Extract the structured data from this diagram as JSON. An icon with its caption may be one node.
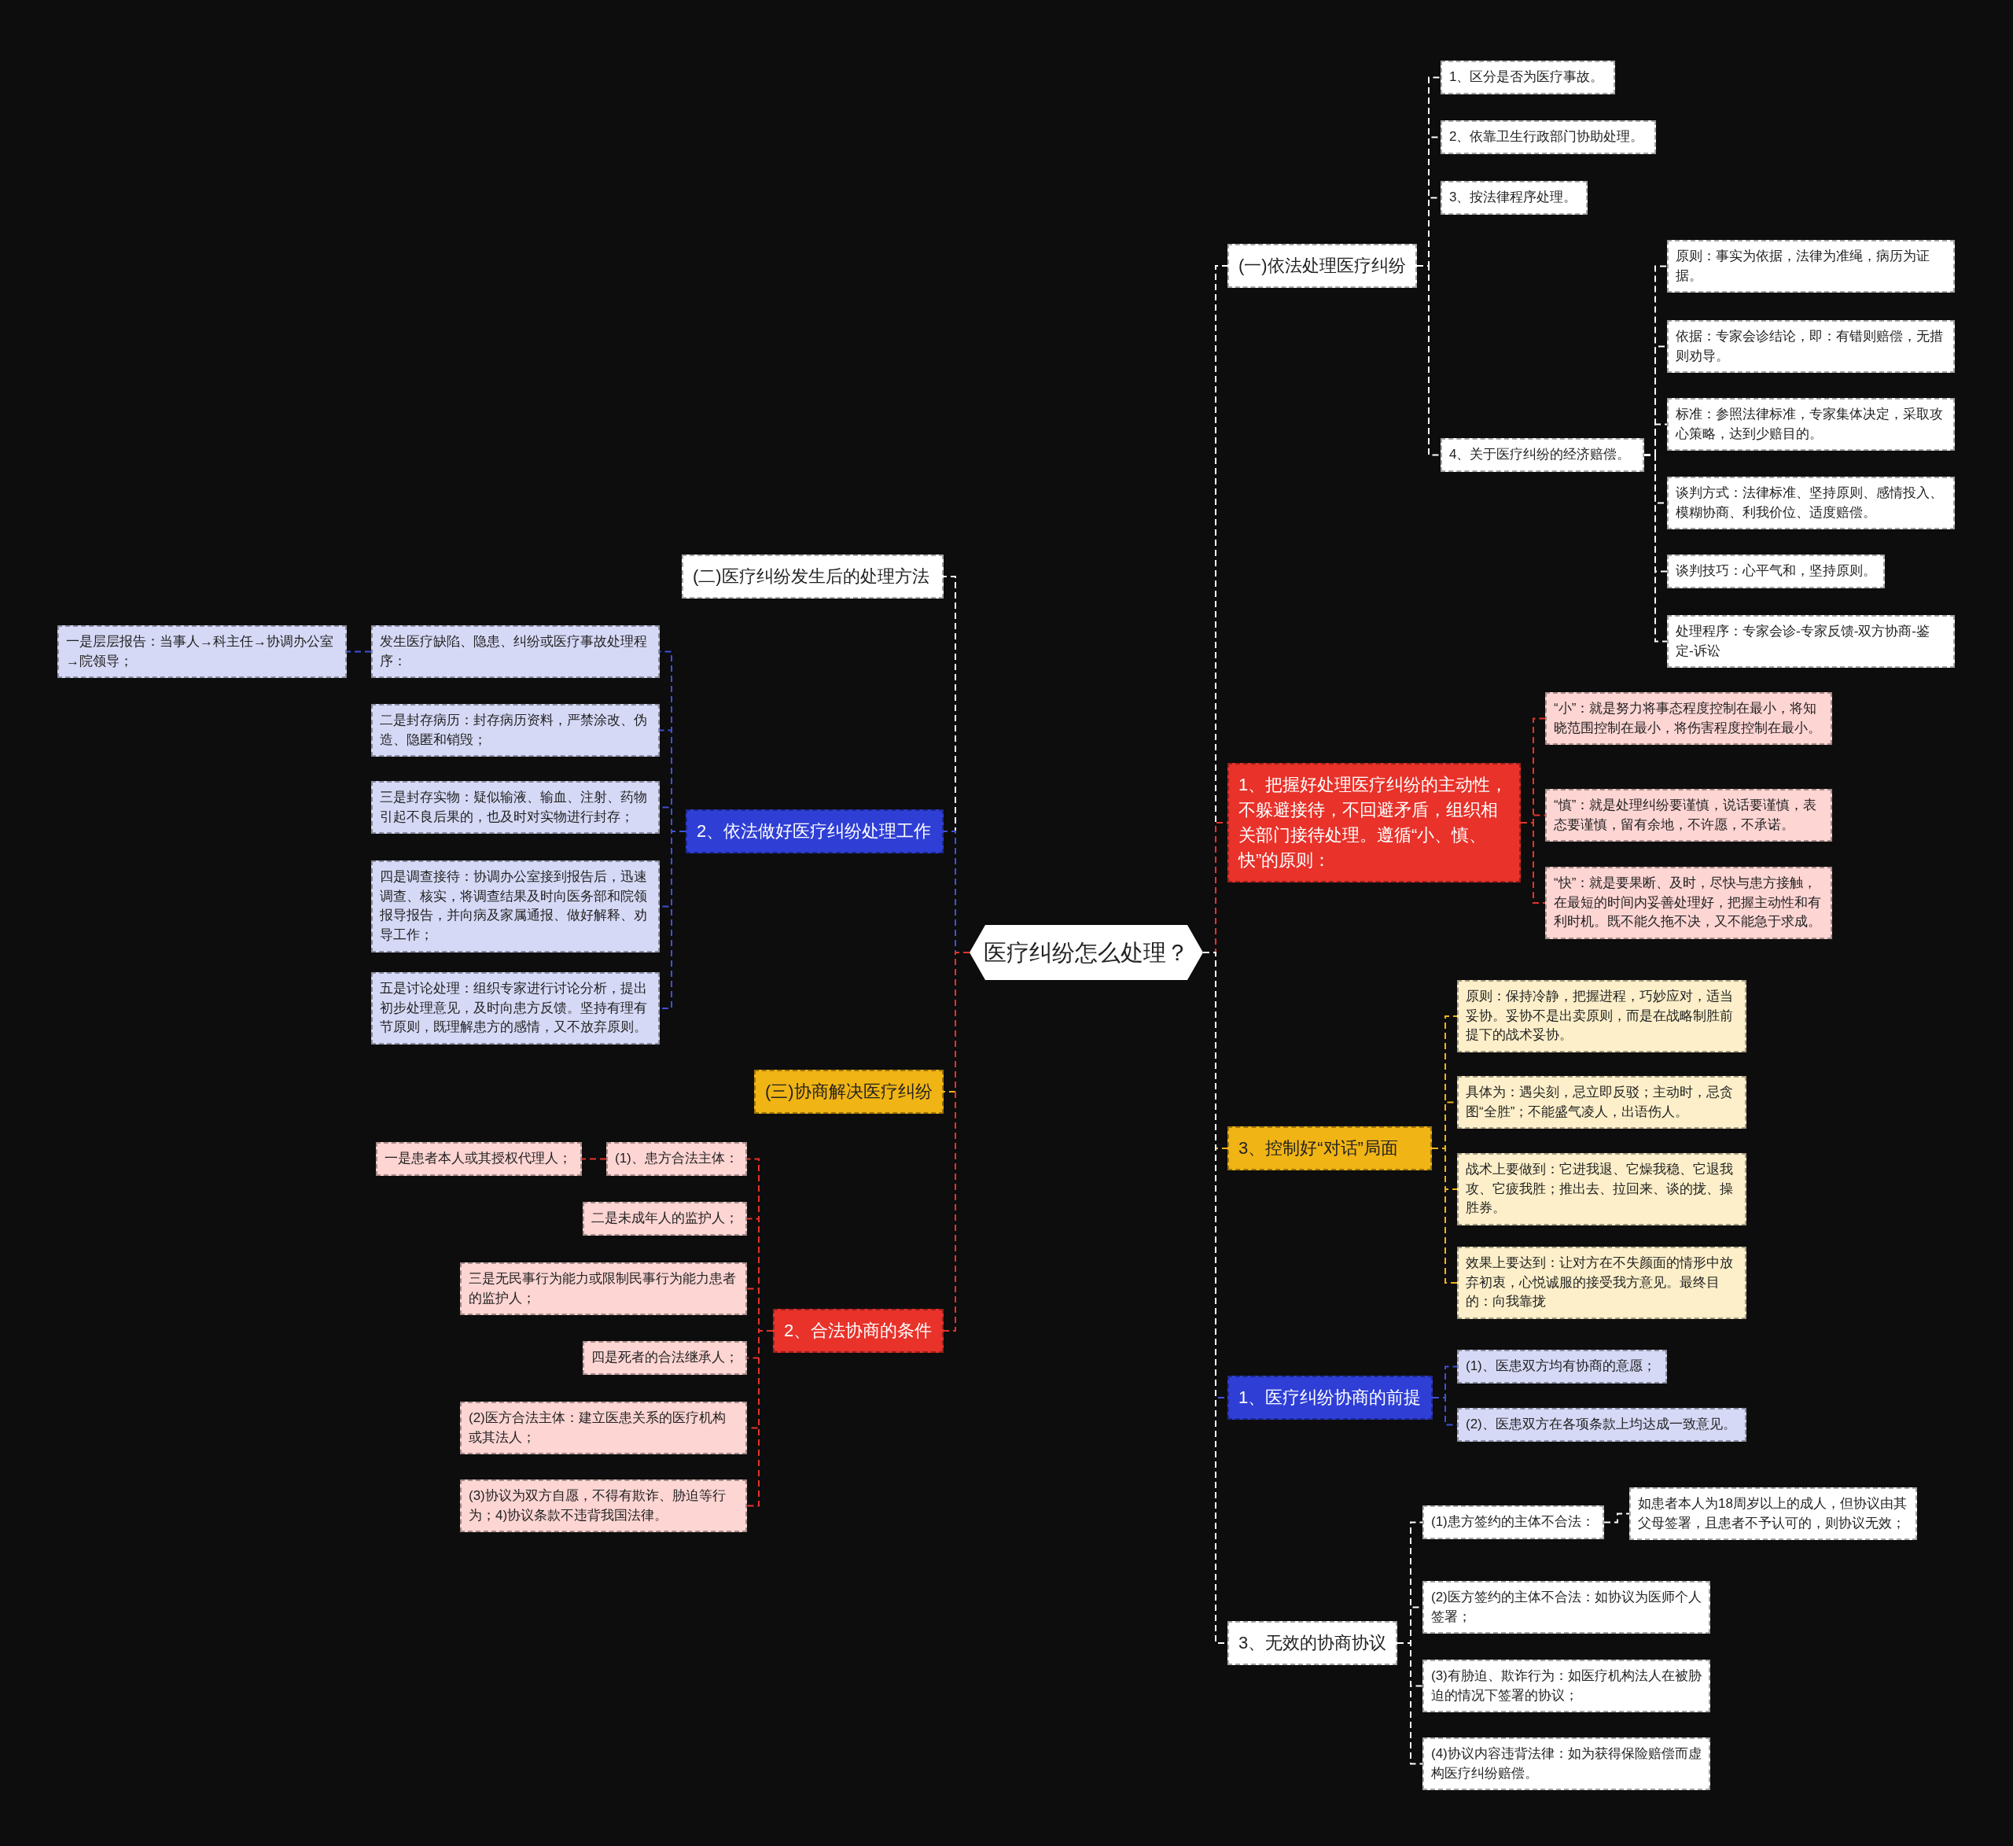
{
  "diagram": {
    "nodes": [
      {
        "text": [
          "医疗纠纷怎么处理？"
        ]
      },
      {
        "text": [
          "(一)依法处理医疗纠纷"
        ]
      },
      {
        "text": [
          "1、区分是否为医疗事故。"
        ]
      },
      {
        "text": [
          "2、依靠卫生行政部门协助处理。"
        ]
      },
      {
        "text": [
          "3、按法律程序处理。"
        ]
      },
      {
        "text": [
          "4、关于医疗纠纷的经济赔偿。"
        ]
      },
      {
        "text": [
          "原则：事实为依据，法律为准绳，病历为证据。"
        ]
      },
      {
        "text": [
          "依据：专家会诊结论，即：有错则赔偿，无措则劝导。"
        ]
      },
      {
        "text": [
          "标准：参照法律标准，专家集体决定，采取攻心策略，达到少赔目的。"
        ]
      },
      {
        "text": [
          "谈判方式：法律标准、坚持原则、感情投入、模糊协商、利我价位、适度赔偿。"
        ]
      },
      {
        "text": [
          "谈判技巧：心平气和，坚持原则。"
        ]
      },
      {
        "text": [
          "处理程序：专家会诊-专家反馈-双方协商-鉴定-诉讼"
        ]
      },
      {
        "text": [
          "1、把握好处理医疗纠纷的主动性，不躲避接待，不回避矛盾，组织相关部门接待处理。遵循“小、慎、快”的原则："
        ]
      },
      {
        "text": [
          "“小”：就是努力将事态程度控制在最小，将知晓范围控制在最小，将伤害程度控制在最小。"
        ]
      },
      {
        "text": [
          "“慎”：就是处理纠纷要谨慎，说话要谨慎，表态要谨慎，留有余地，不许愿，不承诺。"
        ]
      },
      {
        "text": [
          "“快”：就是要果断、及时，尽快与患方接触，在最短的时间内妥善处理好，把握主动性和有利时机。既不能久拖不决，又不能急于求成。"
        ]
      },
      {
        "text": [
          "3、控制好“对话”局面"
        ]
      },
      {
        "text": [
          "原则：保持冷静，把握进程，巧妙应对，适当妥协。妥协不是出卖原则，而是在战略制胜前提下的战术妥协。"
        ]
      },
      {
        "text": [
          "具体为：遇尖刻，忌立即反驳；主动时，忌贪图“全胜”；不能盛气凌人，出语伤人。"
        ]
      },
      {
        "text": [
          "战术上要做到：它进我退、它燥我稳、它退我攻、它疲我胜；推出去、拉回来、谈的拢、操胜券。"
        ]
      },
      {
        "text": [
          "效果上要达到：让对方在不失颜面的情形中放弃初衷，心悦诚服的接受我方意见。最终目的：向我靠拢"
        ]
      },
      {
        "text": [
          "1、医疗纠纷协商的前提"
        ]
      },
      {
        "text": [
          "(1)、医患双方均有协商的意愿；"
        ]
      },
      {
        "text": [
          "(2)、医患双方在各项条款上均达成一致意见。"
        ]
      },
      {
        "text": [
          "3、无效的协商协议"
        ]
      },
      {
        "text": [
          "(1)患方签约的主体不合法："
        ]
      },
      {
        "text": [
          "如患者本人为18周岁以上的成人，但协议由其父母签署，且患者不予认可的，则协议无效；"
        ]
      },
      {
        "text": [
          "(2)医方签约的主体不合法：如协议为医师个人签署；"
        ]
      },
      {
        "text": [
          "(3)有胁迫、欺诈行为：如医疗机构法人在被胁迫的情况下签署的协议；"
        ]
      },
      {
        "text": [
          "(4)协议内容违背法律：如为获得保险赔偿而虚构医疗纠纷赔偿。"
        ]
      },
      {
        "text": [
          "(二)医疗纠纷发生后的处理方法"
        ]
      },
      {
        "text": [
          "2、依法做好医疗纠纷处理工作"
        ]
      },
      {
        "text": [
          "发生医疗缺陷、隐患、纠纷或医疗事故处理程序："
        ]
      },
      {
        "text": [
          "一是层层报告：当事人→科主任→协调办公室→院领导；"
        ]
      },
      {
        "text": [
          "二是封存病历：封存病历资料，严禁涂改、伪造、隐匿和销毁；"
        ]
      },
      {
        "text": [
          "三是封存实物：疑似输液、输血、注射、药物引起不良后果的，也及时对实物进行封存；"
        ]
      },
      {
        "text": [
          "四是调查接待：协调办公室接到报告后，迅速调查、核实，将调查结果及时向医务部和院领报导报告，并向病及家属通报、做好解释、劝导工作；"
        ]
      },
      {
        "text": [
          "五是讨论处理：组织专家进行讨论分析，提出初步处理意见，及时向患方反馈。坚持有理有节原则，既理解患方的感情，又不放弃原则。"
        ]
      },
      {
        "text": [
          "(三)协商解决医疗纠纷"
        ]
      },
      {
        "text": [
          "2、合法协商的条件"
        ]
      },
      {
        "text": [
          "(1)、患方合法主体："
        ]
      },
      {
        "text": [
          "一是患者本人或其授权代理人；"
        ]
      },
      {
        "text": [
          "二是未成年人的监护人；"
        ]
      },
      {
        "text": [
          "三是无民事行为能力或限制民事行为能力患者的监护人；"
        ]
      },
      {
        "text": [
          "四是死者的合法继承人；"
        ]
      },
      {
        "text": [
          "(2)医方合法主体：建立医患关系的医疗机构或其法人；"
        ]
      },
      {
        "text": [
          "(3)协议为双方自愿，不得有欺诈、胁迫等行为；4)协议条款不违背我国法律。"
        ]
      }
    ],
    "edges": [
      {
        "from": 0,
        "to": 1,
        "arrow": "none",
        "style": "dashed"
      },
      {
        "from": 1,
        "to": 2,
        "arrow": "none",
        "style": "dashed"
      },
      {
        "from": 1,
        "to": 3,
        "arrow": "none",
        "style": "dashed"
      },
      {
        "from": 1,
        "to": 4,
        "arrow": "none",
        "style": "dashed"
      },
      {
        "from": 1,
        "to": 5,
        "arrow": "none",
        "style": "dashed"
      },
      {
        "from": 5,
        "to": 6,
        "arrow": "none",
        "style": "dashed"
      },
      {
        "from": 5,
        "to": 7,
        "arrow": "none",
        "style": "dashed"
      },
      {
        "from": 5,
        "to": 8,
        "arrow": "none",
        "style": "dashed"
      },
      {
        "from": 5,
        "to": 9,
        "arrow": "none",
        "style": "dashed"
      },
      {
        "from": 5,
        "to": 10,
        "arrow": "none",
        "style": "dashed"
      },
      {
        "from": 5,
        "to": 11,
        "arrow": "none",
        "style": "dashed"
      },
      {
        "from": 0,
        "to": 12,
        "arrow": "none",
        "style": "dashed",
        "color": "#e8322a"
      },
      {
        "from": 12,
        "to": 13,
        "arrow": "none",
        "style": "dashed",
        "color": "#e8322a"
      },
      {
        "from": 12,
        "to": 14,
        "arrow": "none",
        "style": "dashed",
        "color": "#e8322a"
      },
      {
        "from": 12,
        "to": 15,
        "arrow": "none",
        "style": "dashed",
        "color": "#e8322a"
      },
      {
        "from": 0,
        "to": 16,
        "arrow": "none",
        "style": "dashed",
        "color": "#f0b414"
      },
      {
        "from": 16,
        "to": 17,
        "arrow": "none",
        "style": "dashed",
        "color": "#f0b414"
      },
      {
        "from": 16,
        "to": 18,
        "arrow": "none",
        "style": "dashed",
        "color": "#f0b414"
      },
      {
        "from": 16,
        "to": 19,
        "arrow": "none",
        "style": "dashed",
        "color": "#f0b414"
      },
      {
        "from": 16,
        "to": 20,
        "arrow": "none",
        "style": "dashed",
        "color": "#f0b414"
      },
      {
        "from": 0,
        "to": 21,
        "arrow": "none",
        "style": "dashed",
        "color": "#3f51d8"
      },
      {
        "from": 21,
        "to": 22,
        "arrow": "none",
        "style": "dashed",
        "color": "#3f51d8"
      },
      {
        "from": 21,
        "to": 23,
        "arrow": "none",
        "style": "dashed",
        "color": "#3f51d8"
      },
      {
        "from": 0,
        "to": 24,
        "arrow": "none",
        "style": "dashed"
      },
      {
        "from": 24,
        "to": 25,
        "arrow": "none",
        "style": "dashed"
      },
      {
        "from": 25,
        "to": 26,
        "arrow": "none",
        "style": "dashed"
      },
      {
        "from": 24,
        "to": 27,
        "arrow": "none",
        "style": "dashed"
      },
      {
        "from": 24,
        "to": 28,
        "arrow": "none",
        "style": "dashed"
      },
      {
        "from": 24,
        "to": 29,
        "arrow": "none",
        "style": "dashed"
      },
      {
        "from": 0,
        "to": 30,
        "arrow": "none",
        "style": "dashed"
      },
      {
        "from": 0,
        "to": 31,
        "arrow": "none",
        "style": "dashed",
        "color": "#3f51d8"
      },
      {
        "from": 31,
        "to": 32,
        "arrow": "none",
        "style": "dashed",
        "color": "#3f51d8"
      },
      {
        "from": 32,
        "to": 33,
        "arrow": "none",
        "style": "dashed",
        "color": "#3f51d8"
      },
      {
        "from": 31,
        "to": 34,
        "arrow": "none",
        "style": "dashed",
        "color": "#3f51d8"
      },
      {
        "from": 31,
        "to": 35,
        "arrow": "none",
        "style": "dashed",
        "color": "#3f51d8"
      },
      {
        "from": 31,
        "to": 36,
        "arrow": "none",
        "style": "dashed",
        "color": "#3f51d8"
      },
      {
        "from": 31,
        "to": 37,
        "arrow": "none",
        "style": "dashed",
        "color": "#3f51d8"
      },
      {
        "from": 0,
        "to": 38,
        "arrow": "none",
        "style": "dashed",
        "color": "#f0b414"
      },
      {
        "from": 0,
        "to": 39,
        "arrow": "none",
        "style": "dashed",
        "color": "#e8322a"
      },
      {
        "from": 39,
        "to": 40,
        "arrow": "none",
        "style": "dashed",
        "color": "#e8322a"
      },
      {
        "from": 40,
        "to": 41,
        "arrow": "none",
        "style": "dashed",
        "color": "#e8322a"
      },
      {
        "from": 39,
        "to": 42,
        "arrow": "none",
        "style": "dashed",
        "color": "#e8322a"
      },
      {
        "from": 39,
        "to": 43,
        "arrow": "none",
        "style": "dashed",
        "color": "#e8322a"
      },
      {
        "from": 39,
        "to": 44,
        "arrow": "none",
        "style": "dashed",
        "color": "#e8322a"
      },
      {
        "from": 39,
        "to": 45,
        "arrow": "none",
        "style": "dashed",
        "color": "#e8322a"
      },
      {
        "from": 39,
        "to": 46,
        "arrow": "none",
        "style": "dashed",
        "color": "#e8322a"
      }
    ]
  }
}
